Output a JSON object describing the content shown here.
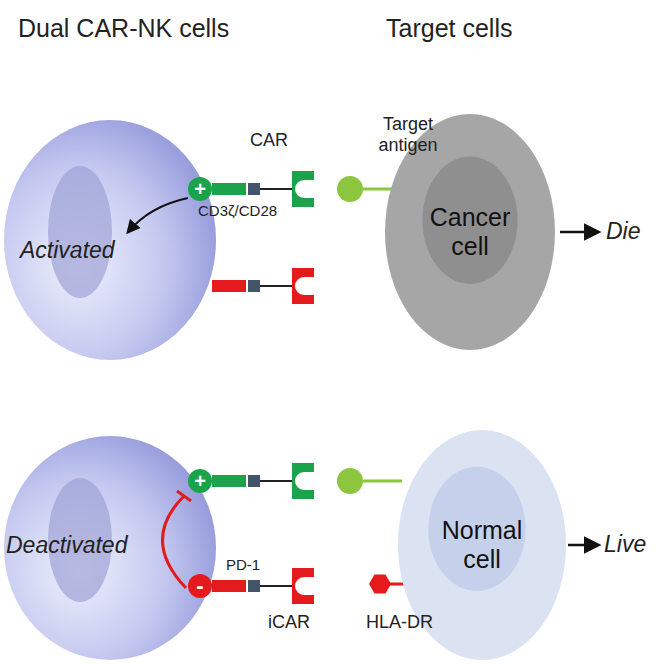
{
  "diagram": {
    "nodes": [
      {
        "text": [
          "Cancer cell"
        ]
      },
      {
        "text": [
          "Normal cell"
        ]
      }
    ],
    "labels": [
      "Dual CAR-NK cells",
      "Target cells",
      "CAR",
      "Target antigen",
      "CD3ζ/CD28",
      "+",
      "Activated",
      "Die",
      "Deactivated",
      "+",
      "-",
      "PD-1",
      "iCAR",
      "HLA-DR",
      "Live"
    ]
  }
}
